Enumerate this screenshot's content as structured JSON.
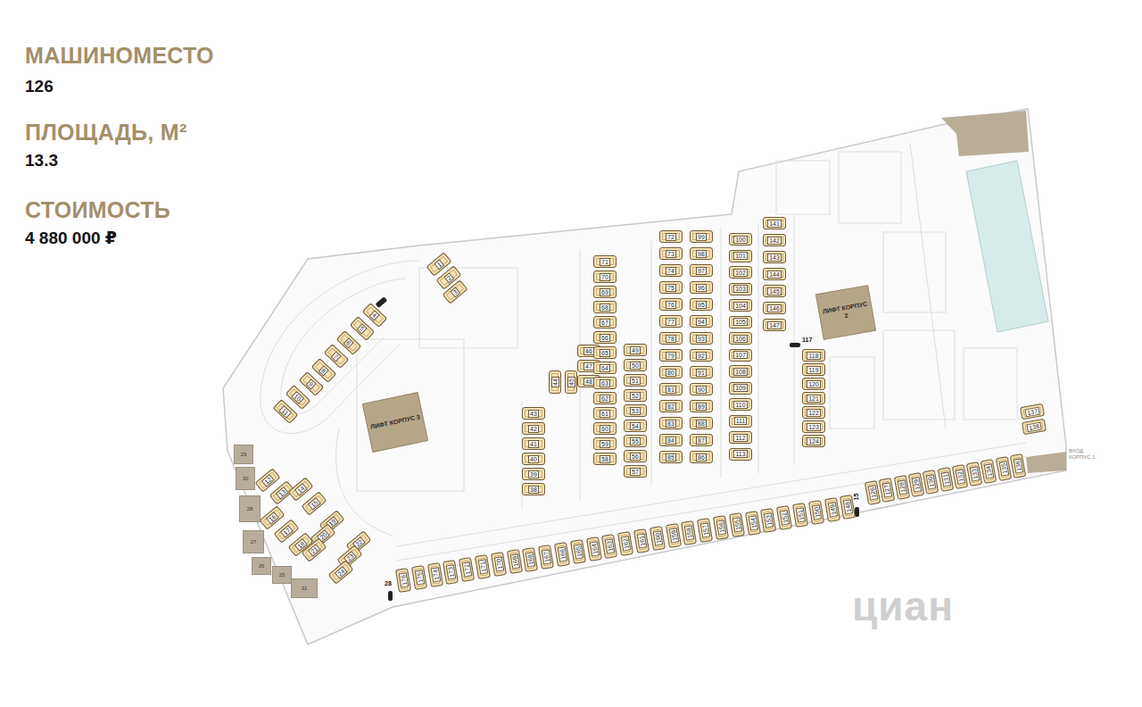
{
  "diagram": {
    "nodes": [
      {
        "text": [
          "ЛИФТ КОРПУС 3"
        ]
      },
      {
        "text": [
          "ЛИФТ КОРПУС 2"
        ]
      },
      {
        "text": [
          "1"
        ]
      },
      {
        "text": [
          "2"
        ]
      },
      {
        "text": [
          "3"
        ]
      },
      {
        "text": [
          "4"
        ]
      },
      {
        "text": [
          "5"
        ]
      },
      {
        "text": [
          "6"
        ]
      },
      {
        "text": [
          "7"
        ]
      },
      {
        "text": [
          "8"
        ]
      },
      {
        "text": [
          "9"
        ]
      },
      {
        "text": [
          "10"
        ]
      },
      {
        "text": [
          "11"
        ]
      },
      {
        "text": [
          "12"
        ]
      },
      {
        "text": [
          "13"
        ]
      },
      {
        "text": [
          "14"
        ]
      },
      {
        "text": [
          "15"
        ]
      },
      {
        "text": [
          "16"
        ]
      },
      {
        "text": [
          "17"
        ]
      },
      {
        "text": [
          "18"
        ]
      },
      {
        "text": [
          "19"
        ]
      },
      {
        "text": [
          "20"
        ]
      },
      {
        "text": [
          "21"
        ]
      },
      {
        "text": [
          "22"
        ]
      },
      {
        "text": [
          "23"
        ]
      },
      {
        "text": [
          "24"
        ]
      },
      {
        "text": [
          "29"
        ]
      },
      {
        "text": [
          "30"
        ]
      },
      {
        "text": [
          "28"
        ]
      },
      {
        "text": [
          "27"
        ]
      },
      {
        "text": [
          "26"
        ]
      },
      {
        "text": [
          "25"
        ]
      },
      {
        "text": [
          "31"
        ]
      },
      {
        "text": [
          "38"
        ]
      },
      {
        "text": [
          "39"
        ]
      },
      {
        "text": [
          "40"
        ]
      },
      {
        "text": [
          "41"
        ]
      },
      {
        "text": [
          "42"
        ]
      },
      {
        "text": [
          "43"
        ]
      },
      {
        "text": [
          "44"
        ]
      },
      {
        "text": [
          "45"
        ]
      },
      {
        "text": [
          "46"
        ]
      },
      {
        "text": [
          "47"
        ]
      },
      {
        "text": [
          "48"
        ]
      },
      {
        "text": [
          "71"
        ]
      },
      {
        "text": [
          "70"
        ]
      },
      {
        "text": [
          "69"
        ]
      },
      {
        "text": [
          "68"
        ]
      },
      {
        "text": [
          "67"
        ]
      },
      {
        "text": [
          "66"
        ]
      },
      {
        "text": [
          "65"
        ]
      },
      {
        "text": [
          "64"
        ]
      },
      {
        "text": [
          "63"
        ]
      },
      {
        "text": [
          "62"
        ]
      },
      {
        "text": [
          "61"
        ]
      },
      {
        "text": [
          "60"
        ]
      },
      {
        "text": [
          "59"
        ]
      },
      {
        "text": [
          "58"
        ]
      },
      {
        "text": [
          "49"
        ]
      },
      {
        "text": [
          "50"
        ]
      },
      {
        "text": [
          "51"
        ]
      },
      {
        "text": [
          "52"
        ]
      },
      {
        "text": [
          "53"
        ]
      },
      {
        "text": [
          "54"
        ]
      },
      {
        "text": [
          "55"
        ]
      },
      {
        "text": [
          "56"
        ]
      },
      {
        "text": [
          "57"
        ]
      },
      {
        "text": [
          "72"
        ]
      },
      {
        "text": [
          "73"
        ]
      },
      {
        "text": [
          "74"
        ]
      },
      {
        "text": [
          "75"
        ]
      },
      {
        "text": [
          "76"
        ]
      },
      {
        "text": [
          "77"
        ]
      },
      {
        "text": [
          "78"
        ]
      },
      {
        "text": [
          "79"
        ]
      },
      {
        "text": [
          "80"
        ]
      },
      {
        "text": [
          "81"
        ]
      },
      {
        "text": [
          "82"
        ]
      },
      {
        "text": [
          "83"
        ]
      },
      {
        "text": [
          "84"
        ]
      },
      {
        "text": [
          "85"
        ]
      },
      {
        "text": [
          "86"
        ]
      },
      {
        "text": [
          "87"
        ]
      },
      {
        "text": [
          "88"
        ]
      },
      {
        "text": [
          "89"
        ]
      },
      {
        "text": [
          "90"
        ]
      },
      {
        "text": [
          "91"
        ]
      },
      {
        "text": [
          "92"
        ]
      },
      {
        "text": [
          "93"
        ]
      },
      {
        "text": [
          "94"
        ]
      },
      {
        "text": [
          "95"
        ]
      },
      {
        "text": [
          "96"
        ]
      },
      {
        "text": [
          "97"
        ]
      },
      {
        "text": [
          "98"
        ]
      },
      {
        "text": [
          "99"
        ]
      },
      {
        "text": [
          "100"
        ]
      },
      {
        "text": [
          "101"
        ]
      },
      {
        "text": [
          "102"
        ]
      },
      {
        "text": [
          "103"
        ]
      },
      {
        "text": [
          "104"
        ]
      },
      {
        "text": [
          "105"
        ]
      },
      {
        "text": [
          "106"
        ]
      },
      {
        "text": [
          "107"
        ]
      },
      {
        "text": [
          "108"
        ]
      },
      {
        "text": [
          "109"
        ]
      },
      {
        "text": [
          "110"
        ]
      },
      {
        "text": [
          "111"
        ]
      },
      {
        "text": [
          "112"
        ]
      },
      {
        "text": [
          "113"
        ]
      },
      {
        "text": [
          "141"
        ]
      },
      {
        "text": [
          "142"
        ]
      },
      {
        "text": [
          "143"
        ]
      },
      {
        "text": [
          "144"
        ]
      },
      {
        "text": [
          "145"
        ]
      },
      {
        "text": [
          "146"
        ]
      },
      {
        "text": [
          "147"
        ]
      },
      {
        "text": [
          "118"
        ]
      },
      {
        "text": [
          "119"
        ]
      },
      {
        "text": [
          "120"
        ]
      },
      {
        "text": [
          "121"
        ]
      },
      {
        "text": [
          "122"
        ]
      },
      {
        "text": [
          "123"
        ]
      },
      {
        "text": [
          "124"
        ]
      },
      {
        "text": [
          "176"
        ]
      },
      {
        "text": [
          "175"
        ]
      },
      {
        "text": [
          "174"
        ]
      },
      {
        "text": [
          "173"
        ]
      },
      {
        "text": [
          "172"
        ]
      },
      {
        "text": [
          "171"
        ]
      },
      {
        "text": [
          "170"
        ]
      },
      {
        "text": [
          "169"
        ]
      },
      {
        "text": [
          "168"
        ]
      },
      {
        "text": [
          "167"
        ]
      },
      {
        "text": [
          "166"
        ]
      },
      {
        "text": [
          "165"
        ]
      },
      {
        "text": [
          "164"
        ]
      },
      {
        "text": [
          "163"
        ]
      },
      {
        "text": [
          "162"
        ]
      },
      {
        "text": [
          "161"
        ]
      },
      {
        "text": [
          "160"
        ]
      },
      {
        "text": [
          "159"
        ]
      },
      {
        "text": [
          "158"
        ]
      },
      {
        "text": [
          "157"
        ]
      },
      {
        "text": [
          "156"
        ]
      },
      {
        "text": [
          "155"
        ]
      },
      {
        "text": [
          "154"
        ]
      },
      {
        "text": [
          "153"
        ]
      },
      {
        "text": [
          "152"
        ]
      },
      {
        "text": [
          "151"
        ]
      },
      {
        "text": [
          "150"
        ]
      },
      {
        "text": [
          "149"
        ]
      },
      {
        "text": [
          "148"
        ]
      },
      {
        "text": [
          "126"
        ]
      },
      {
        "text": [
          "127"
        ]
      },
      {
        "text": [
          "128"
        ]
      },
      {
        "text": [
          "129"
        ]
      },
      {
        "text": [
          "130"
        ]
      },
      {
        "text": [
          "131"
        ]
      },
      {
        "text": [
          "132"
        ]
      },
      {
        "text": [
          "133"
        ]
      },
      {
        "text": [
          "134"
        ]
      },
      {
        "text": [
          "135"
        ]
      },
      {
        "text": [
          "136"
        ]
      },
      {
        "text": [
          "137"
        ]
      },
      {
        "text": [
          "138"
        ]
      }
    ],
    "labels": [
      "МАШИНОМЕСТО",
      "126",
      "ПЛОЩАДЬ, М²",
      "13.3",
      "СТОИМОСТЬ",
      "4 880 000 ₽",
      "117",
      "15",
      "28",
      "ВХОД КОРПУС 1",
      "циан"
    ]
  }
}
